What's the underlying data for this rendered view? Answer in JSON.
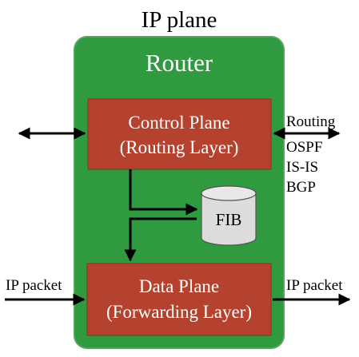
{
  "diagram": {
    "plane_title": "IP plane",
    "router": {
      "label": "Router",
      "fill": "#2f9a3f",
      "border": "#5aa35f"
    },
    "control_plane": {
      "line1": "Control Plane",
      "line2": "(Routing Layer)",
      "fill": "#b5422f"
    },
    "data_plane": {
      "line1": "Data Plane",
      "line2": "(Forwarding Layer)",
      "fill": "#b5422f"
    },
    "fib": {
      "label": "FIB",
      "fill": "#dcdcdc"
    },
    "routing": {
      "heading": "Routing",
      "protocols": [
        "OSPF",
        "IS-IS",
        "BGP"
      ]
    },
    "ip_packet_in": "IP packet",
    "ip_packet_out": "IP packet"
  }
}
